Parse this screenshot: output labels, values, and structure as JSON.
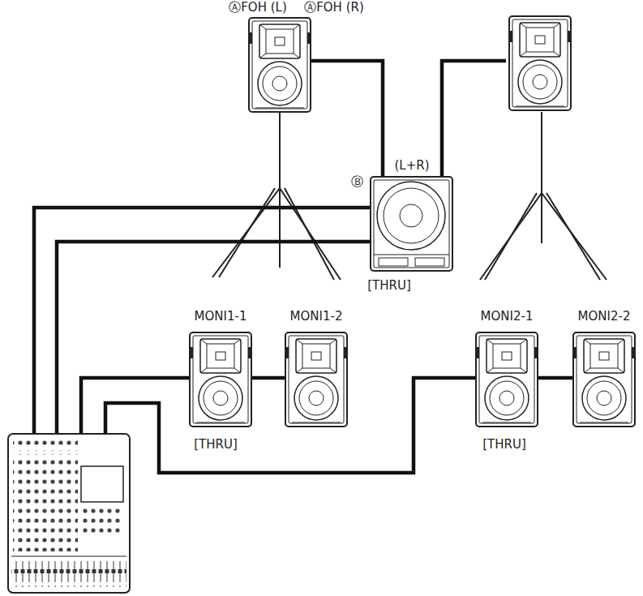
{
  "diagram": {
    "labels": [
      "ⒶFOH (L)",
      "ⒶFOH (R)",
      "Ⓑ",
      "(L+R)",
      "[THRU]",
      "MONI1-1",
      "MONI1-2",
      "[THRU]",
      "MONI2-1",
      "MONI2-2",
      "[THRU]"
    ]
  }
}
